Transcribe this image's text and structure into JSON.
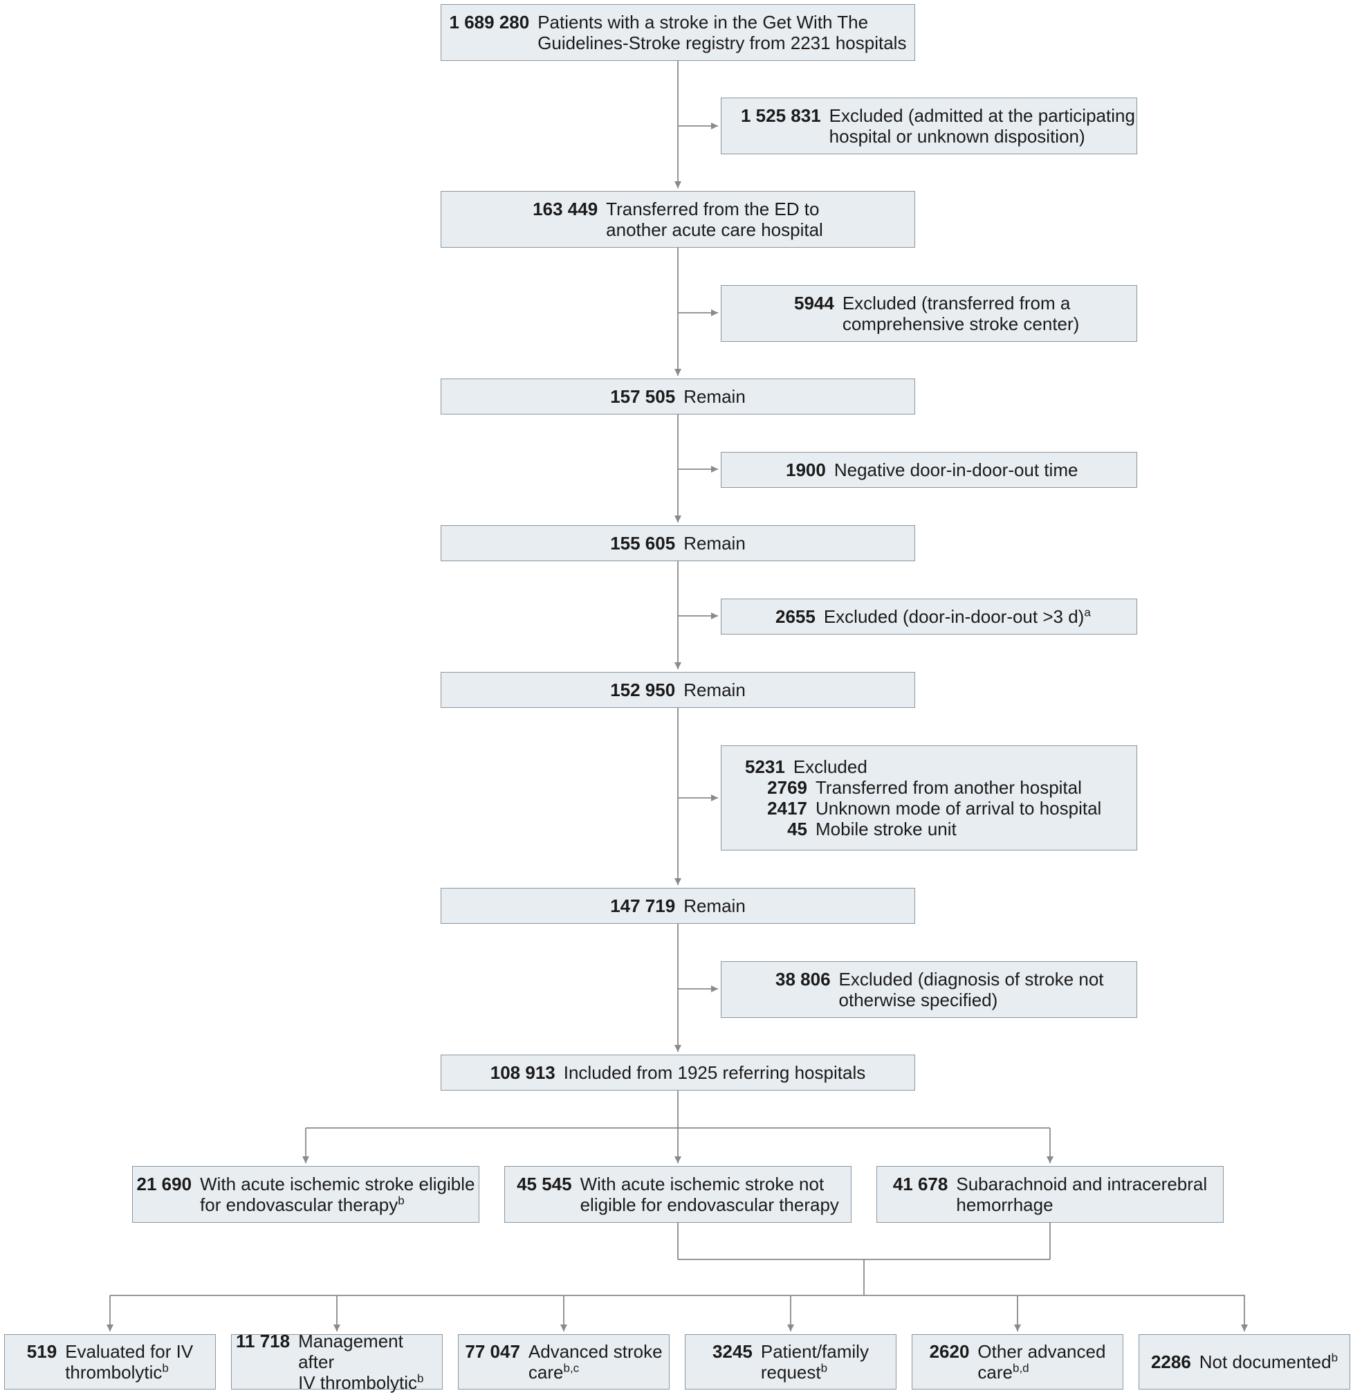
{
  "flow": {
    "top": {
      "num": "1 689 280",
      "text": "Patients with a stroke in the Get With The\nGuidelines-Stroke registry from 2231 hospitals"
    },
    "ex1": {
      "num": "1 525 831",
      "text": "Excluded (admitted at the participating\nhospital or unknown disposition)"
    },
    "s2": {
      "num": "163 449",
      "text": "Transferred from the ED to\nanother acute care hospital"
    },
    "ex2": {
      "num": "5944",
      "text": "Excluded (transferred from a\ncomprehensive stroke center)"
    },
    "s3": {
      "num": "157 505",
      "text": "Remain"
    },
    "ex3": {
      "num": "1900",
      "text": "Negative door-in-door-out time"
    },
    "s4": {
      "num": "155 605",
      "text": "Remain"
    },
    "ex4": {
      "num": "2655",
      "text": "Excluded (door-in-door-out >3 d)",
      "sup": "a"
    },
    "s5": {
      "num": "152 950",
      "text": "Remain"
    },
    "ex5": {
      "num": "5231",
      "text": "Excluded",
      "rows": [
        {
          "num": "2769",
          "text": "Transferred from another hospital"
        },
        {
          "num": "2417",
          "text": "Unknown mode of arrival to hospital"
        },
        {
          "num": "45",
          "text": "Mobile stroke unit"
        }
      ]
    },
    "s6": {
      "num": "147 719",
      "text": "Remain"
    },
    "ex6": {
      "num": "38 806",
      "text": "Excluded (diagnosis of stroke not\notherwise specified)"
    },
    "s7": {
      "num": "108 913",
      "text": "Included from 1925 referring hospitals"
    },
    "mid": [
      {
        "num": "21 690",
        "text": "With acute ischemic stroke eligible\nfor endovascular therapy",
        "sup": "b"
      },
      {
        "num": "45 545",
        "text": "With acute ischemic stroke not\neligible for endovascular therapy",
        "sup": ""
      },
      {
        "num": "41 678",
        "text": "Subarachnoid and intracerebral\nhemorrhage",
        "sup": ""
      }
    ],
    "bottom": [
      {
        "num": "519",
        "text": "Evaluated for IV\nthrombolytic",
        "sup": "b"
      },
      {
        "num": "11 718",
        "text": "Management after\nIV thrombolytic",
        "sup": "b"
      },
      {
        "num": "77 047",
        "text": "Advanced stroke\ncare",
        "sup": "b,c"
      },
      {
        "num": "3245",
        "text": "Patient/family\nrequest",
        "sup": "b"
      },
      {
        "num": "2620",
        "text": "Other advanced\ncare",
        "sup": "b,d"
      },
      {
        "num": "2286",
        "text": "Not documented",
        "sup": "b"
      }
    ]
  },
  "colors": {
    "box_fill": "#e8edf1",
    "box_border": "#8a96a0",
    "line": "#8a8a8a"
  }
}
